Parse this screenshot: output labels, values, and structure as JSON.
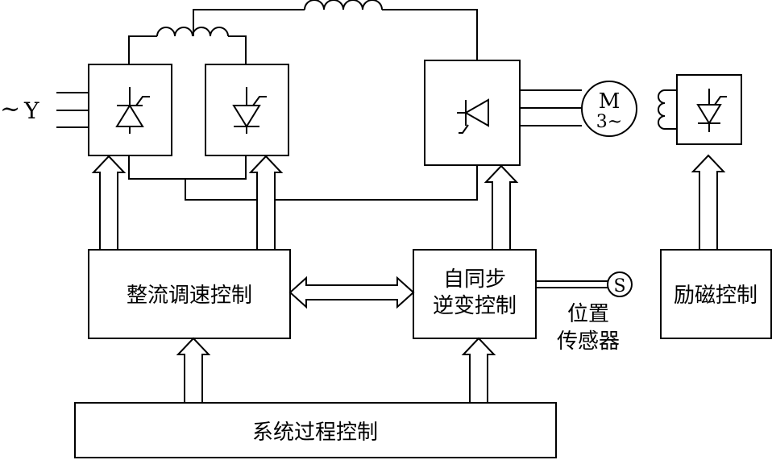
{
  "ac_source": {
    "tilde": "~",
    "star": "Y"
  },
  "motor": {
    "letter": "M",
    "phase": "3~"
  },
  "blocks": {
    "rectifier_speed_control": "整流调速控制",
    "self_sync_inverter_line1": "自同步",
    "self_sync_inverter_line2": "逆变控制",
    "excitation_control": "励磁控制",
    "system_process_control": "系统过程控制"
  },
  "sensor": {
    "symbol": "S",
    "label_line1": "位置",
    "label_line2": "传感器"
  }
}
